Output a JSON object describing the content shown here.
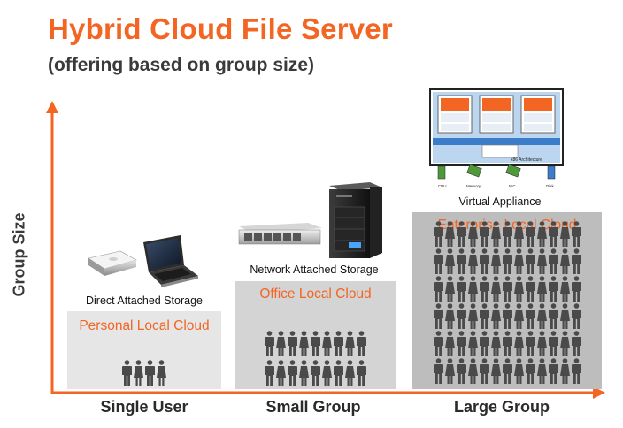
{
  "title": "Hybrid Cloud File Server",
  "subtitle": "(offering based on group size)",
  "axes": {
    "y_label": "Group Size",
    "x_labels": [
      "Single User",
      "Small Group",
      "Large Group"
    ],
    "color": "#f26522"
  },
  "tiers": [
    {
      "name": "Personal Local Cloud",
      "device_label": "Direct Attached  Storage",
      "people_rows": 1,
      "people_per_row": 4
    },
    {
      "name": "Office Local Cloud",
      "device_label": "Network Attached Storage",
      "people_rows": 2,
      "people_per_row": 9
    },
    {
      "name": "Enterprise Local Cloud",
      "device_label": "Virtual Appliance",
      "people_rows": 6,
      "people_per_row": 13
    }
  ],
  "virtual_appliance_diagram": {
    "base_label": "x86 Architecture",
    "components": [
      "CPU",
      "Memory",
      "NIC",
      "Disk"
    ]
  },
  "colors": {
    "accent": "#f26522",
    "person": "#4a4a4a"
  }
}
